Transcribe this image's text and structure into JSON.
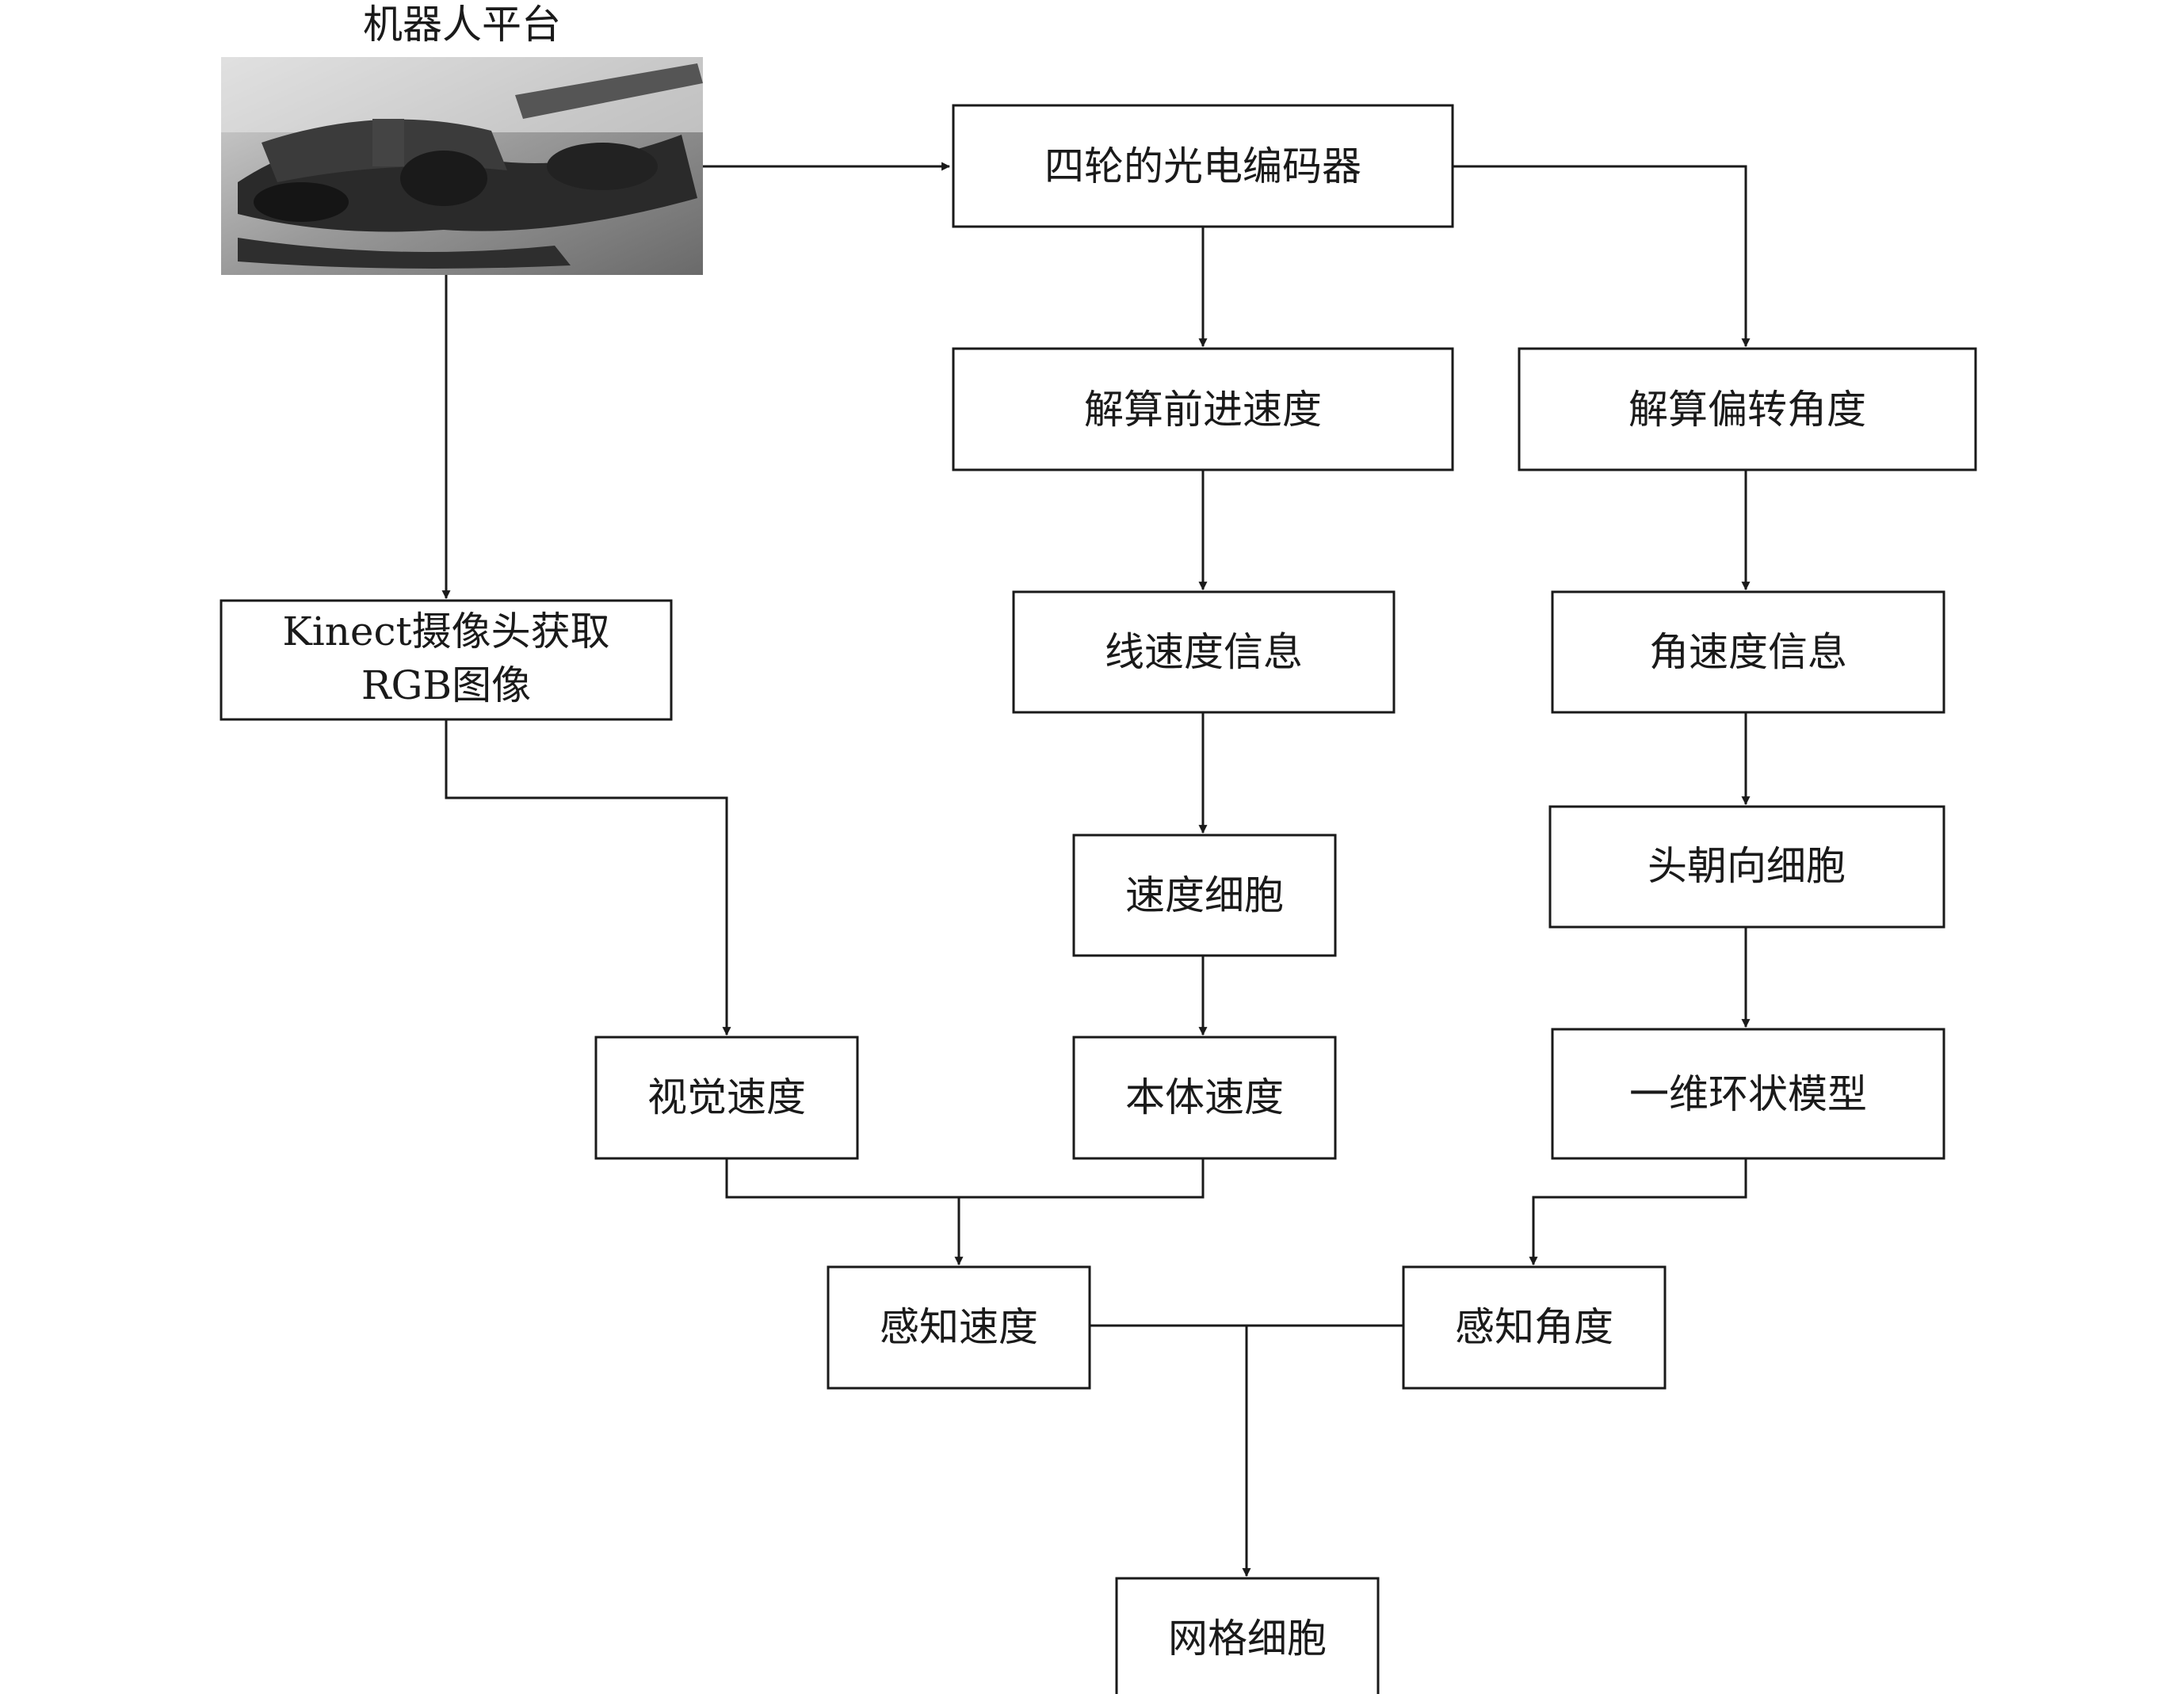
{
  "platform": {
    "label": "机器人平台",
    "image_icon": "robot-platform-photo"
  },
  "nodes": {
    "encoder": "四轮的光电编码器",
    "solve_speed": "解算前进速度",
    "solve_angle": "解算偏转角度",
    "kinect": [
      "Kinect摄像头获取",
      "RGB图像"
    ],
    "linear_speed_info": "线速度信息",
    "angular_speed_info": "角速度信息",
    "speed_cell": "速度细胞",
    "head_direction_cell": "头朝向细胞",
    "visual_speed": "视觉速度",
    "body_speed": "本体速度",
    "ring_model": "一维环状模型",
    "perceived_speed": "感知速度",
    "perceived_angle": "感知角度",
    "grid_cell": "网格细胞"
  }
}
